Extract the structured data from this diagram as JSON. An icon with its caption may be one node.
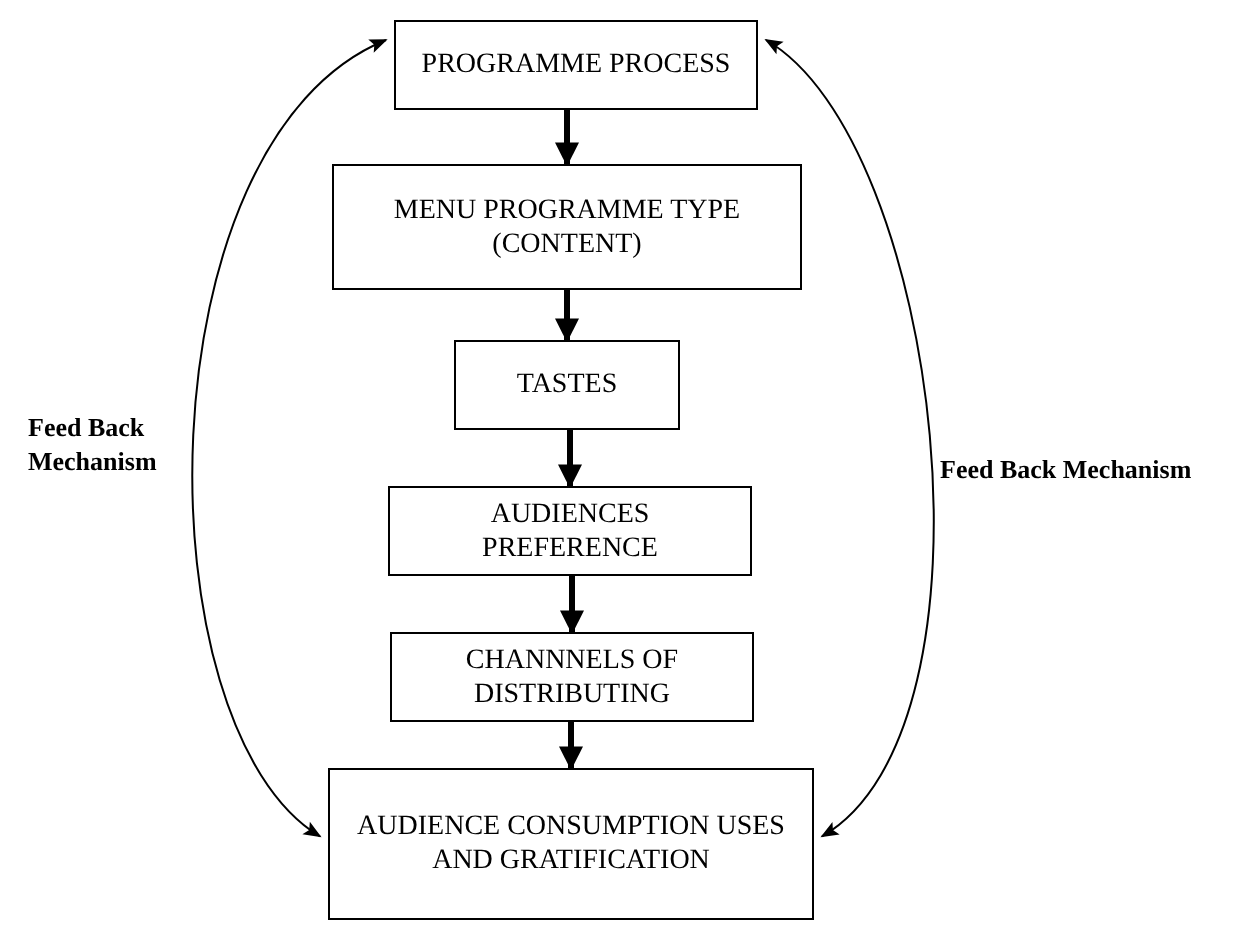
{
  "diagram": {
    "nodes": [
      {
        "text": [
          "PROGRAMME PROCESS"
        ]
      },
      {
        "text": [
          "MENU PROGRAMME TYPE (CONTENT)"
        ]
      },
      {
        "text": [
          "TASTES"
        ]
      },
      {
        "text": [
          "AUDIENCES PREFERENCE"
        ]
      },
      {
        "text": [
          "CHANNNELS OF DISTRIBUTING"
        ]
      },
      {
        "text": [
          "AUDIENCE CONSUMPTION USES AND GRATIFICATION"
        ]
      }
    ],
    "edges": [
      {
        "from": 0,
        "to": 1,
        "arrow": "to"
      },
      {
        "from": 1,
        "to": 2,
        "arrow": "to"
      },
      {
        "from": 2,
        "to": 3,
        "arrow": "to"
      },
      {
        "from": 3,
        "to": 4,
        "arrow": "to"
      },
      {
        "from": 4,
        "to": 5,
        "arrow": "to"
      },
      {
        "from": 5,
        "to": 0,
        "arrow": "both"
      },
      {
        "from": 5,
        "to": 0,
        "arrow": "both"
      }
    ],
    "labels": [
      "Feed Back Mechanism",
      "Feed Back Mechanism"
    ]
  }
}
